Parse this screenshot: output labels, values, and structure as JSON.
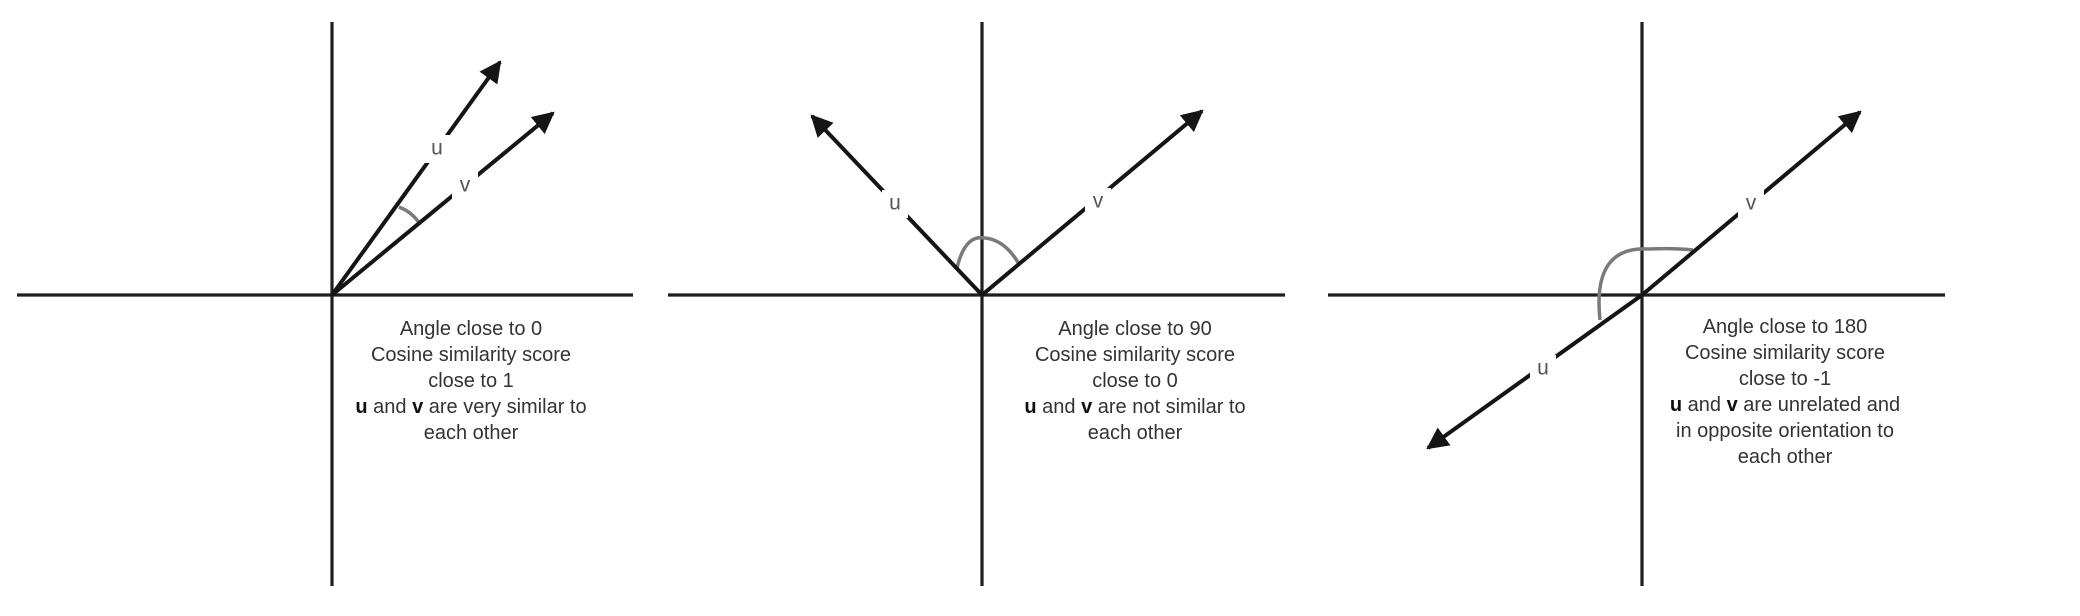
{
  "panels": [
    {
      "vector_labels": {
        "u": "u",
        "v": "v"
      },
      "caption": {
        "line1": "Angle close to 0",
        "line2": "Cosine similarity score",
        "line3": "close to 1",
        "u": "u",
        "and": " and ",
        "v": "v",
        "rest": " are very similar to",
        "line5": "each other"
      }
    },
    {
      "vector_labels": {
        "u": "u",
        "v": "v"
      },
      "caption": {
        "line1": "Angle close to 90",
        "line2": "Cosine similarity score",
        "line3": "close to 0",
        "u": "u",
        "and": " and ",
        "v": "v",
        "rest": " are not similar to",
        "line5": "each other"
      }
    },
    {
      "vector_labels": {
        "u": "u",
        "v": "v"
      },
      "caption": {
        "line1": "Angle close to 180",
        "line2": "Cosine similarity score",
        "line3": "close to -1",
        "u": "u",
        "and": " and ",
        "v": "v",
        "rest": " are unrelated and",
        "line5": "in opposite orientation to",
        "line6": "each other"
      }
    }
  ]
}
